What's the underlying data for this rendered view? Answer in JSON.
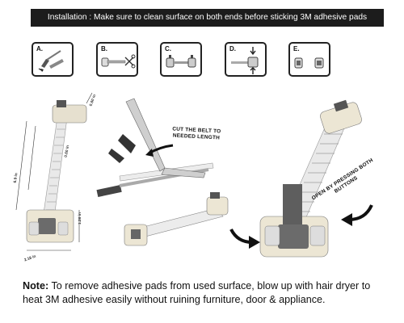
{
  "banner": {
    "text": "Installation : Make sure to clean surface on both ends before sticking 3M adhesive pads"
  },
  "steps": [
    {
      "letter": "A."
    },
    {
      "letter": "B."
    },
    {
      "letter": "C."
    },
    {
      "letter": "D."
    },
    {
      "letter": "E."
    }
  ],
  "callouts": {
    "cut": "CUT THE BELT TO\nNEEDED LENGTH",
    "open": "OPEN BY PRESSING BOTH\nBUTTONS"
  },
  "dimensions": {
    "top_width": "0.60 in",
    "belt_mid": "6.9 in",
    "belt_upper": "0.60 in",
    "base_height": "1.26 in",
    "base_width": "2.18 in"
  },
  "note": {
    "label": "Note:",
    "text": " To remove adhesive pads from used surface, blow up with hair dryer to heat 3M adhesive easily without ruining furniture, door & appliance."
  }
}
